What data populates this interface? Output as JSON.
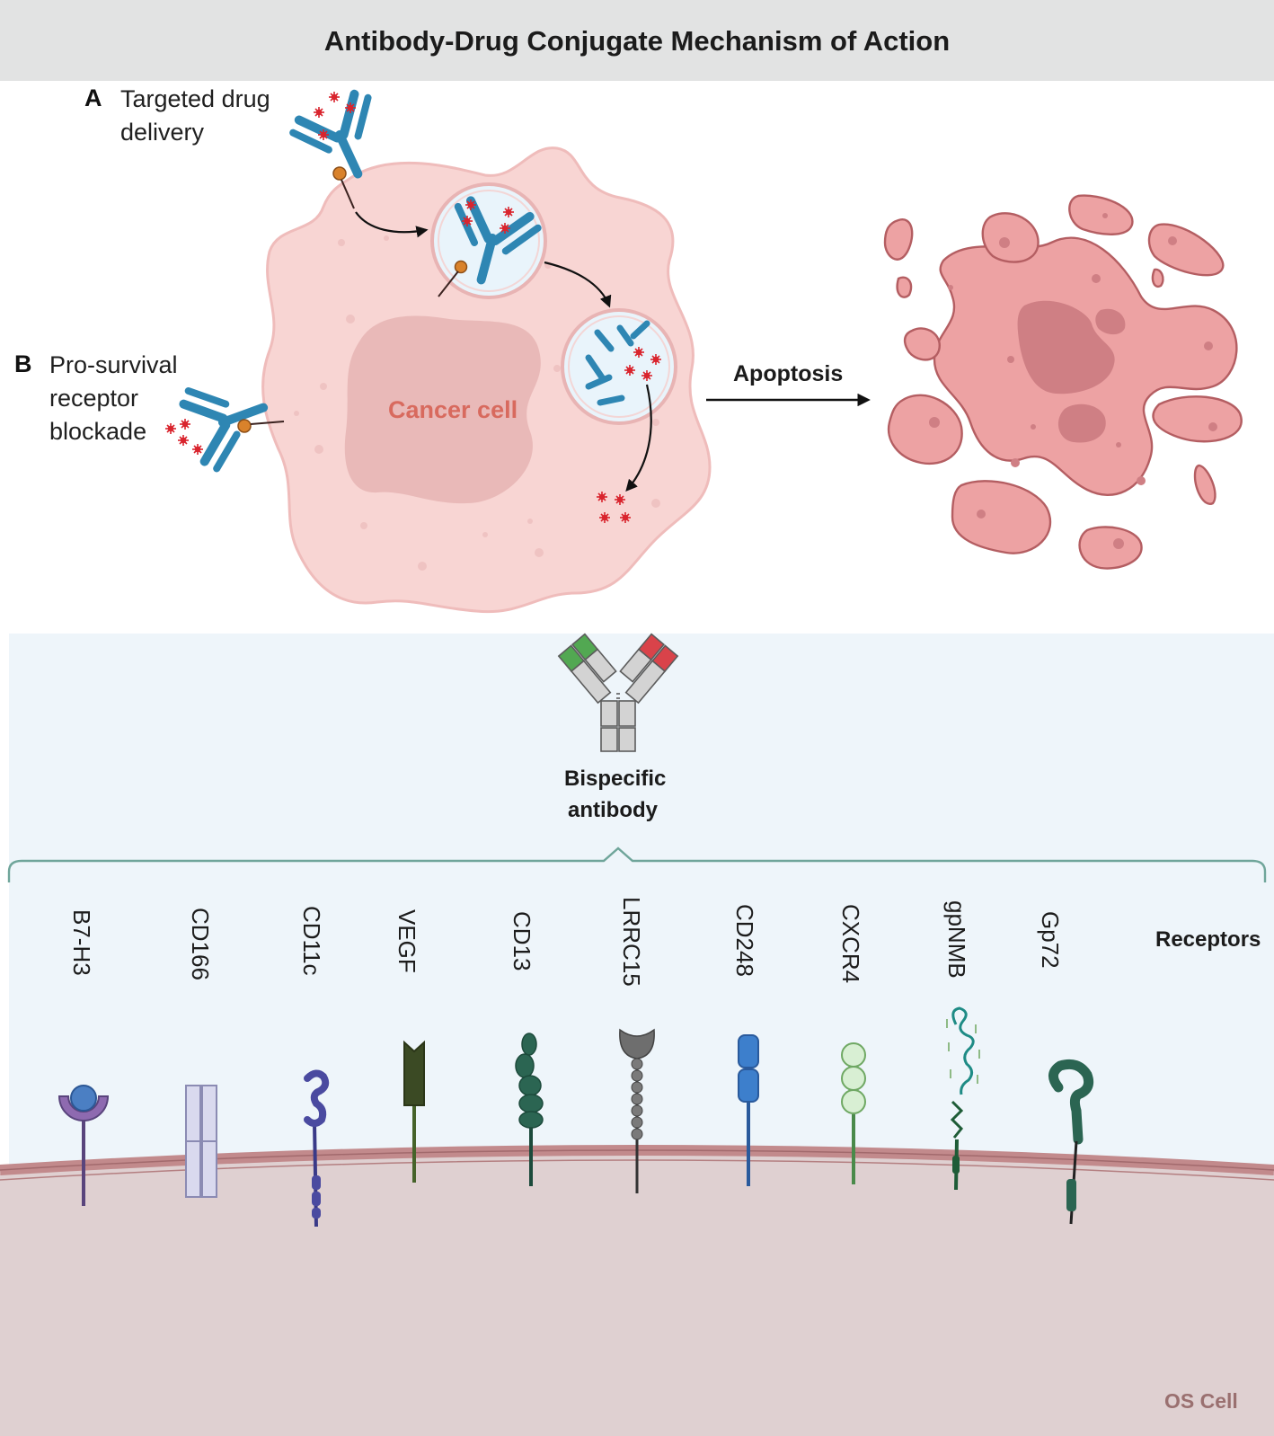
{
  "title": "Antibody-Drug Conjugate Mechanism of Action",
  "panel_a": {
    "letter": "A",
    "label_line1": "Targeted drug",
    "label_line2": "delivery"
  },
  "panel_b": {
    "letter": "B",
    "label_line1": "Pro-survival",
    "label_line2": "receptor",
    "label_line3": "blockade"
  },
  "cancer_cell_label": "Cancer cell",
  "apoptosis_label": "Apoptosis",
  "bispecific": {
    "line1": "Bispecific",
    "line2": "antibody"
  },
  "receptors_label": "Receptors",
  "receptors": [
    "B7-H3",
    "CD166",
    "CD11c",
    "VEGF",
    "CD13",
    "LRRC15",
    "CD248",
    "CXCR4",
    "gpNMB",
    "Gp72"
  ],
  "os_cell_label": "OS Cell",
  "colors": {
    "cell_fill": "#f8d5d3",
    "nucleus_fill": "#e9b9b8",
    "apoptotic_fill": "#eda2a3",
    "antibody_blue": "#2e86b3",
    "drug_red": "#d9252e",
    "bottom_panel_bg": "#eef5fa",
    "membrane": "#c28a8c",
    "os_cell_fill": "#dfd0d1",
    "bracket": "#6fa59a"
  }
}
